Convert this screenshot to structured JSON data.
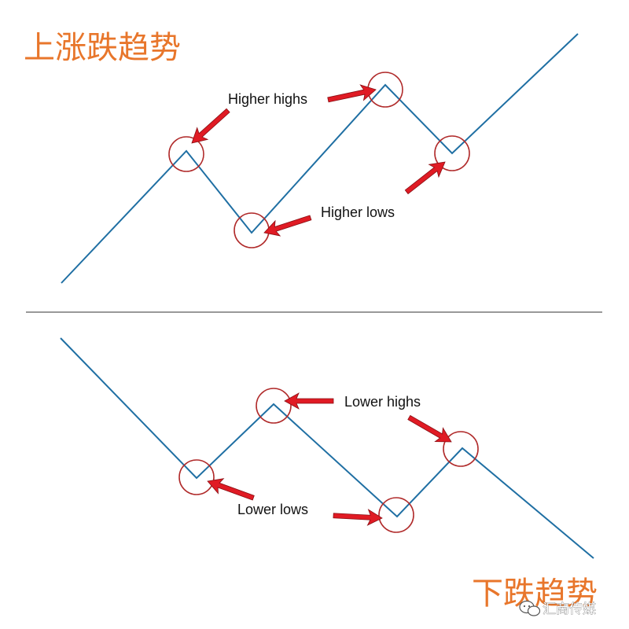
{
  "uptrend": {
    "title": "上涨跌趋势",
    "higher_highs_label": "Higher highs",
    "higher_lows_label": "Higher lows"
  },
  "downtrend": {
    "title": "下跌趋势",
    "lower_highs_label": "Lower highs",
    "lower_lows_label": "Lower lows"
  },
  "watermark": {
    "text": "汇商传媒"
  },
  "colors": {
    "title": "#e8762b",
    "trend_line": "#1f6fa3",
    "circle": "#b02a2a",
    "arrow": "#e01b24"
  }
}
